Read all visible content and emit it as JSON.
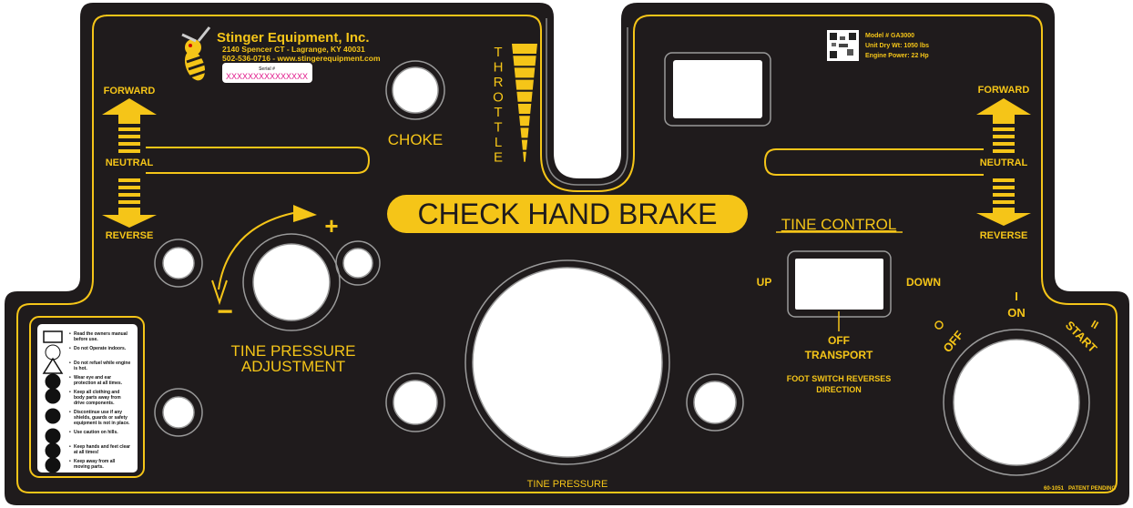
{
  "company": {
    "name": "Stinger Equipment, Inc.",
    "address": "2140 Spencer CT - Lagrange, KY 40031",
    "contact": "502-536-0716 - www.stingerequipment.com",
    "serial_label": "Serial #",
    "serial_value": "XXXXXXXXXXXXXXX"
  },
  "specs": {
    "model": "Model #  GA3000",
    "weight": "Unit Dry Wt:  1050 lbs",
    "power": "Engine Power:  22 Hp"
  },
  "left_drive": {
    "forward": "FORWARD",
    "neutral": "NEUTRAL",
    "reverse": "REVERSE"
  },
  "right_drive": {
    "forward": "FORWARD",
    "neutral": "NEUTRAL",
    "reverse": "REVERSE"
  },
  "choke": "CHOKE",
  "throttle": {
    "letters": [
      "T",
      "H",
      "R",
      "O",
      "T",
      "T",
      "L",
      "E"
    ],
    "segments": 10
  },
  "check_hand_brake": "CHECK HAND BRAKE",
  "tine_pressure_adjust": {
    "plus": "+",
    "minus": "−",
    "line1": "TINE PRESSURE",
    "line2": "ADJUSTMENT"
  },
  "tine_pressure": "TINE PRESSURE",
  "tine_control": {
    "title": "TINE CONTROL",
    "up": "UP",
    "down": "DOWN",
    "off": "OFF",
    "transport": "TRANSPORT",
    "note1": "FOOT SWITCH REVERSES",
    "note2": "DIRECTION"
  },
  "ignition": {
    "off": "OFF",
    "on": "ON",
    "start": "START",
    "on_mark": "I",
    "start_mark": "II"
  },
  "safety": [
    {
      "icon": "manual-icon",
      "text": [
        "Read the owners manual",
        "before use."
      ]
    },
    {
      "icon": "no-indoors-icon",
      "text": [
        "Do not Operate indoors."
      ]
    },
    {
      "icon": "warning-icon",
      "text": [
        "Do not refuel while engine",
        "is hot."
      ]
    },
    {
      "icon": "eye-protection-icon",
      "text": [
        "Wear eye and ear",
        "protection at all times."
      ]
    },
    {
      "icon": "ear-protection-icon",
      "text": [
        "Keep all clothing and",
        "body parts away from",
        "drive components."
      ]
    },
    {
      "icon": "shield-icon",
      "text": [
        "Discontinue use if any",
        "shields, guards or safety",
        "equipment is not in place."
      ]
    },
    {
      "icon": "hill-icon",
      "text": [
        "Use caution on hills."
      ]
    },
    {
      "icon": "hands-feet-icon",
      "text": [
        "Keep hands and feet clear",
        "at all times!"
      ]
    },
    {
      "icon": "moving-parts-icon",
      "text": [
        "Keep away from all",
        "moving parts."
      ]
    }
  ],
  "footer": {
    "part_number": "60-1051",
    "patent": "PATENT PENDING"
  },
  "colors": {
    "panel": "#1f1b1c",
    "accent": "#f5c518",
    "serial": "#e0168a"
  }
}
